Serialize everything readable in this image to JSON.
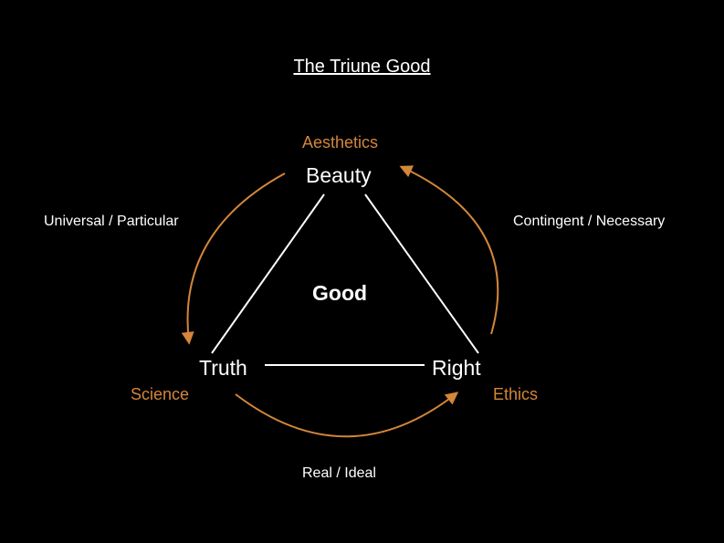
{
  "title": "The Triune Good",
  "center": "Good",
  "vertices": {
    "top": {
      "label": "Beauty",
      "domain": "Aesthetics"
    },
    "left": {
      "label": "Truth",
      "domain": "Science"
    },
    "right": {
      "label": "Right",
      "domain": "Ethics"
    }
  },
  "relations": {
    "left": "Universal / Particular",
    "right": "Contingent / Necessary",
    "bottom": "Real / Ideal"
  },
  "colors": {
    "background": "#000000",
    "text": "#ffffff",
    "accent": "#d4863a"
  }
}
